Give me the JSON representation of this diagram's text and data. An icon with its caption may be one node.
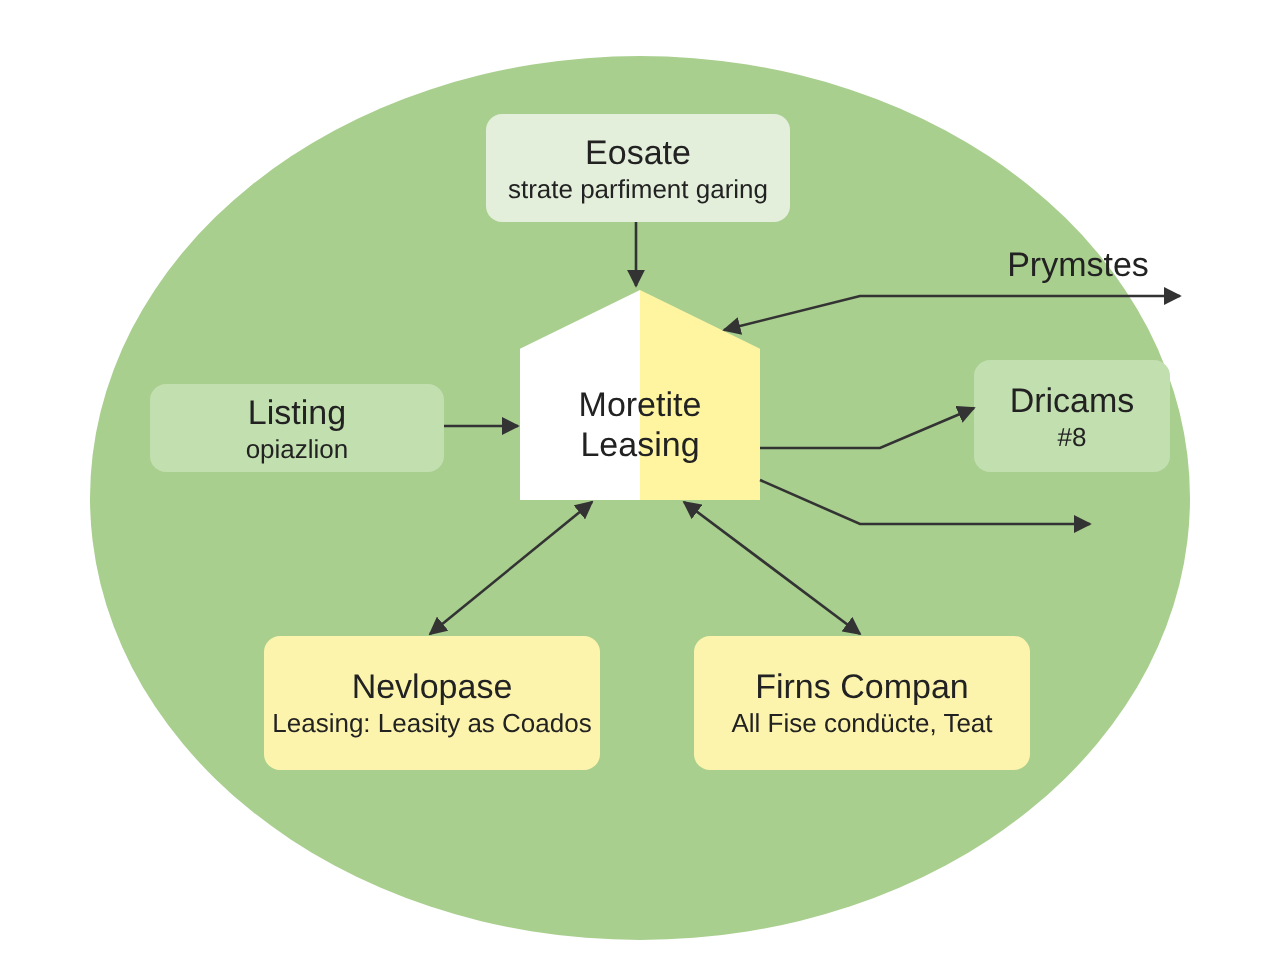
{
  "diagram": {
    "nodes": [
      {
        "text": [],
        "shape": "circle"
      },
      {
        "text": [
          "Eosate",
          "strate parfiment garing"
        ],
        "in": 0
      },
      {
        "text": [
          "Listing",
          "opiazlion"
        ],
        "in": 0
      },
      {
        "text": [
          "Moretite Leasing"
        ],
        "in": 0
      },
      {
        "text": [
          "Prymstes"
        ],
        "in": 0
      },
      {
        "text": [
          "Dricams",
          "#8"
        ],
        "in": 0
      },
      {
        "text": [
          "Nevlopase",
          "Leasing: Leasity as Coados"
        ],
        "in": 0
      },
      {
        "text": [
          "Firns Compan",
          "All Fise condücte, Teat"
        ],
        "in": 0
      }
    ],
    "edges": [
      {
        "from": 1,
        "to": 3,
        "arrow": "to"
      },
      {
        "from": 2,
        "to": 3,
        "arrow": "to"
      },
      {
        "from": 3,
        "to": 4,
        "arrow": "both"
      },
      {
        "from": 3,
        "to": 5,
        "arrow": "to"
      },
      {
        "from": 3,
        "to": null,
        "arrow": "to"
      },
      {
        "from": 3,
        "to": 6,
        "arrow": "both"
      },
      {
        "from": 3,
        "to": 7,
        "arrow": "both"
      }
    ]
  }
}
